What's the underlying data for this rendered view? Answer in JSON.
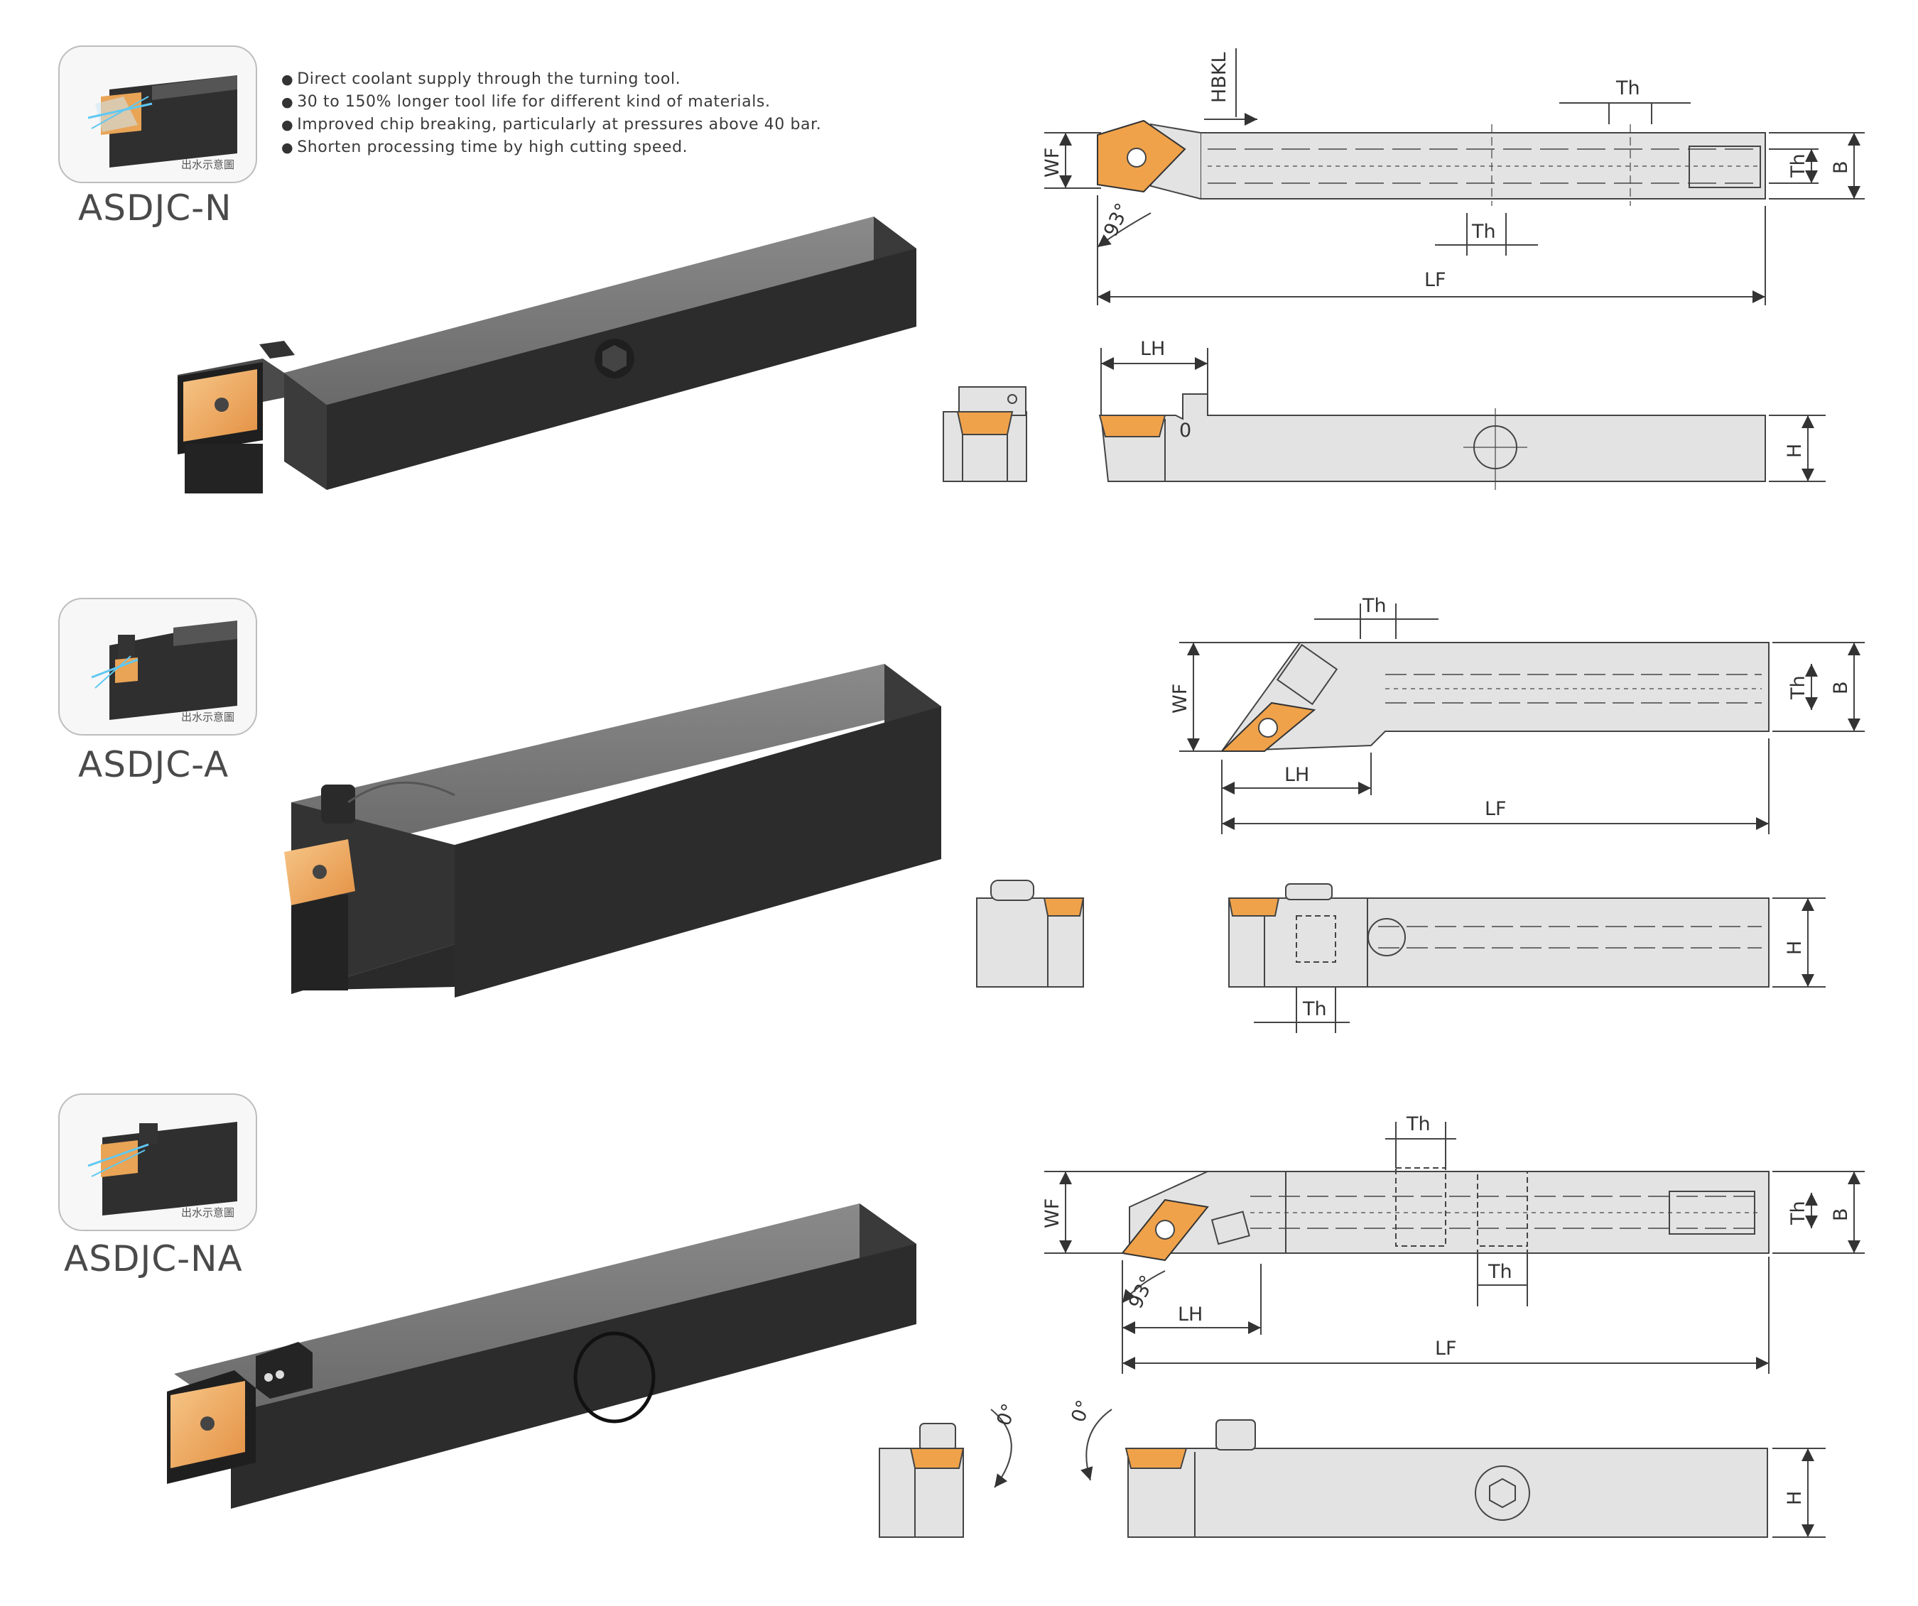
{
  "features": [
    "Direct coolant supply through the turning tool.",
    "30 to 150% longer tool life for different kind of materials.",
    "Improved chip breaking, particularly at pressures above 40 bar.",
    "Shorten processing time by high cutting speed."
  ],
  "thumbnail_caption": "出水示意圖",
  "tools": [
    {
      "model": "ASDJC-N",
      "labels": {
        "hbkl": "HBKL",
        "wf": "WF",
        "th_top": "Th",
        "th_bottom": "Th",
        "th_side": "Th",
        "b": "B",
        "lf": "LF",
        "lh": "LH",
        "h": "H",
        "angle": "93°",
        "zero": "0"
      }
    },
    {
      "model": "ASDJC-A",
      "labels": {
        "th_top": "Th",
        "wf": "WF",
        "th_side": "Th",
        "b": "B",
        "lh": "LH",
        "lf": "LF",
        "h": "H",
        "th_bottom": "Th"
      }
    },
    {
      "model": "ASDJC-NA",
      "labels": {
        "th_top": "Th",
        "wf": "WF",
        "th_side": "Th",
        "b": "B",
        "th_bottom": "Th",
        "lh": "LH",
        "lf": "LF",
        "h": "H",
        "angle": "93°",
        "zero_a": "0°",
        "zero_b": "0°"
      }
    }
  ],
  "colors": {
    "insert": "#f0a24a",
    "holder_dark": "#2b2b2b",
    "drawing_fill": "#e3e3e3",
    "coolant": "#5fc8f2"
  }
}
